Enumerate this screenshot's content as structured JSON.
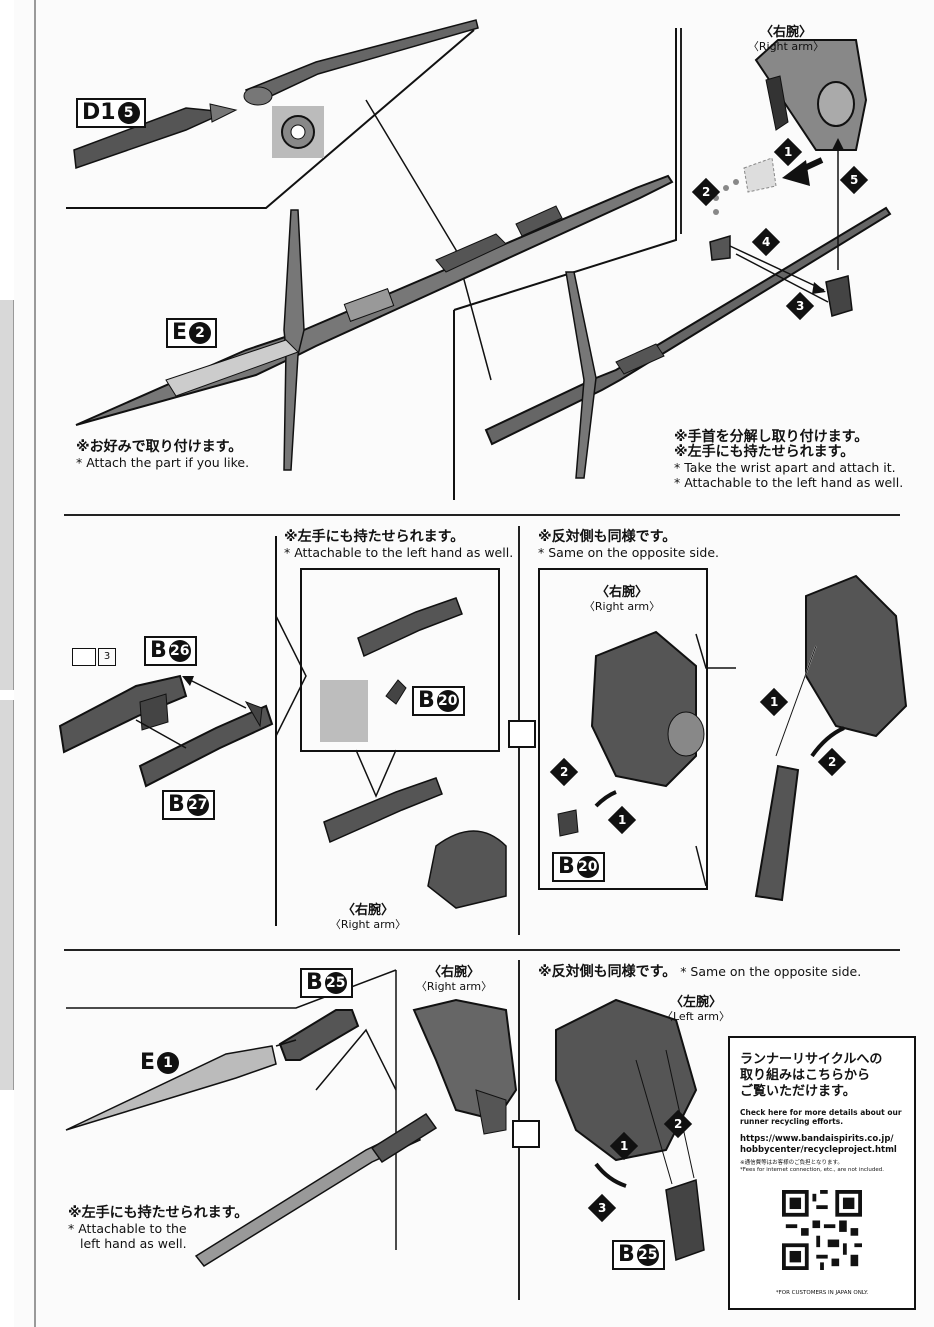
{
  "labels": {
    "d15": {
      "letter": "D1",
      "num": "5"
    },
    "e2": {
      "letter": "E",
      "num": "2"
    },
    "b26": {
      "letter": "B",
      "num": "26"
    },
    "b27": {
      "letter": "B",
      "num": "27"
    },
    "b20a": {
      "letter": "B",
      "num": "20"
    },
    "b20b": {
      "letter": "B",
      "num": "20"
    },
    "b25a": {
      "letter": "B",
      "num": "25"
    },
    "b25b": {
      "letter": "B",
      "num": "25"
    },
    "e1": {
      "letter": "E",
      "num": "1"
    },
    "sticker_num": "3"
  },
  "arm_labels": {
    "right_jp": "〈右腕〉",
    "right_en": "〈Right arm〉",
    "left_jp": "〈左腕〉",
    "left_en": "〈Left arm〉"
  },
  "notes": {
    "attach_if_like_jp": "※お好みで取り付けます。",
    "attach_if_like_en": "* Attach the part if you like.",
    "wrist_jp1": "※手首を分解し取り付けます。",
    "wrist_jp2": "※左手にも持たせられます。",
    "wrist_en1": "* Take the wrist apart and attach it.",
    "wrist_en2": "* Attachable to the left hand as well.",
    "left_hand_jp": "※左手にも持たせられます。",
    "left_hand_en": "* Attachable to the left hand as well.",
    "opposite_jp": "※反対側も同様です。",
    "opposite_en": "* Same on the opposite side.",
    "bottom_left_hand_jp": "※左手にも持たせられます。",
    "bottom_left_hand_en1": "* Attachable to the",
    "bottom_left_hand_en2": "left hand as well.",
    "bottom_opposite_jp": "※反対側も同様です。",
    "bottom_opposite_en": "* Same on the opposite side."
  },
  "steps": [
    "1",
    "2",
    "3",
    "4",
    "5"
  ],
  "recycle": {
    "title_line1": "ランナーリサイクルへの",
    "title_line2": "取り組みはこちらから",
    "title_line3": "ご覧いただけます。",
    "sub": "Check here for more details about our runner recycling efforts.",
    "url_line1": "https://www.bandaispirits.co.jp/",
    "url_line2": "hobbycenter/recycleproject.html",
    "fee_jp": "※通信費等はお客様のご負担となります。",
    "fee_en": "*Fees for internet connection, etc., are not included.",
    "footer": "*FOR CUSTOMERS IN JAPAN ONLY."
  }
}
